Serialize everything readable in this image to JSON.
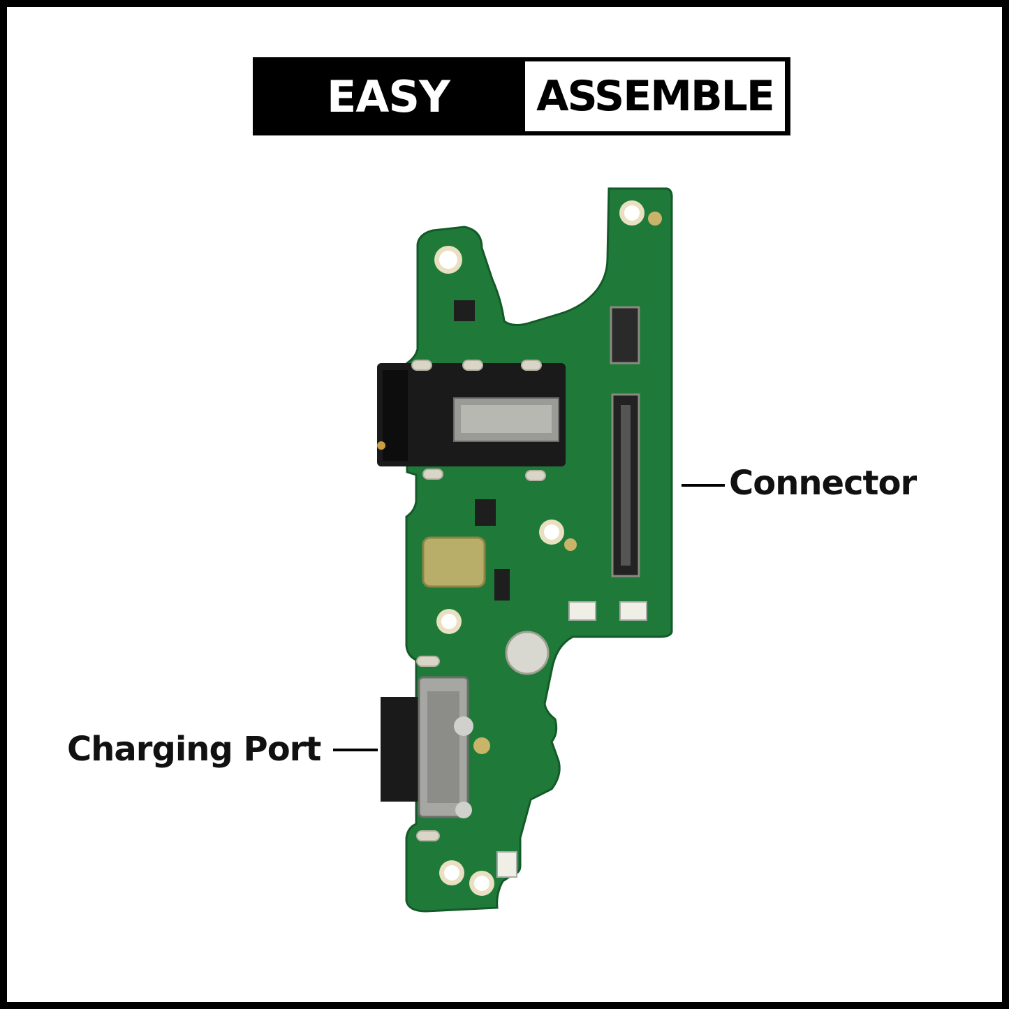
{
  "banner": {
    "left_text": "EASY",
    "right_text": "ASSEMBLE"
  },
  "callouts": {
    "connector": "Connector",
    "charging_port": "Charging Port"
  },
  "colors": {
    "pcb_green": "#1f7a3a",
    "frame": "#000000"
  }
}
